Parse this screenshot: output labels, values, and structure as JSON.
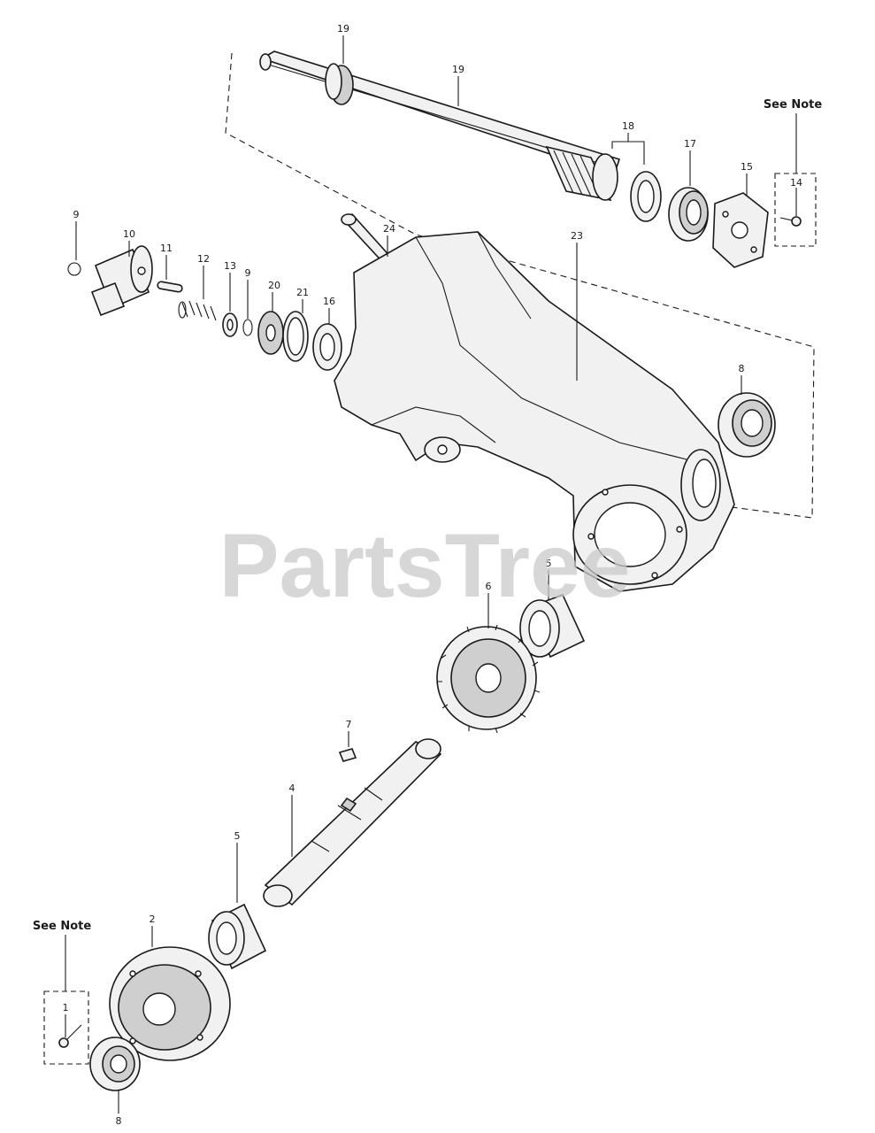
{
  "watermark": "PartsTree",
  "notes": {
    "top_right": "See Note",
    "bottom_left": "See Note"
  },
  "callouts": {
    "c19a": "19",
    "c19b": "19",
    "c18": "18",
    "c17": "17",
    "c15": "15",
    "c14": "14",
    "c24": "24",
    "c9a": "9",
    "c10": "10",
    "c11": "11",
    "c12": "12",
    "c13": "13",
    "c9b": "9",
    "c20": "20",
    "c21": "21",
    "c16": "16",
    "c23": "23",
    "c8a": "8",
    "c5a": "5",
    "c6": "6",
    "c7": "7",
    "c4": "4",
    "c5b": "5",
    "c2": "2",
    "c1": "1",
    "c8b": "8"
  }
}
